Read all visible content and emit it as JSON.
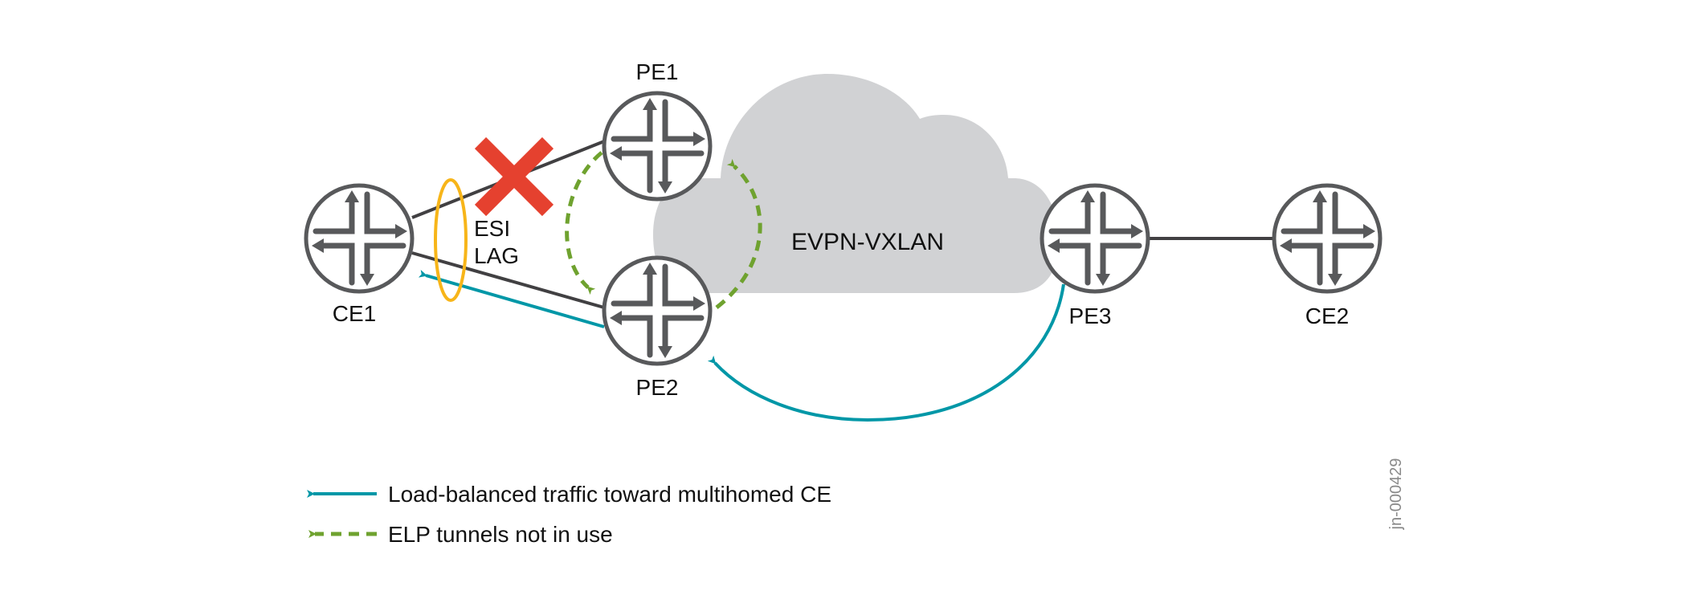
{
  "colors": {
    "router": "#58595B",
    "link": "#414042",
    "cloud": "#D1D2D4",
    "teal": "#0097A7",
    "green": "#6FA22F",
    "esi": "#F7B519",
    "failure": "#E5412F",
    "text": "#111111"
  },
  "nodes": [
    {
      "id": "CE1",
      "label": "CE1",
      "icon": "router-icon"
    },
    {
      "id": "PE1",
      "label": "PE1",
      "icon": "router-icon"
    },
    {
      "id": "PE2",
      "label": "PE2",
      "icon": "router-icon"
    },
    {
      "id": "PE3",
      "label": "PE3",
      "icon": "router-icon"
    },
    {
      "id": "CE2",
      "label": "CE2",
      "icon": "router-icon"
    }
  ],
  "cloud": {
    "label": "EVPN-VXLAN"
  },
  "links": [
    {
      "from": "CE1",
      "to": "PE1",
      "status": "failed"
    },
    {
      "from": "CE1",
      "to": "PE2",
      "status": "up"
    },
    {
      "from": "PE3",
      "to": "CE2",
      "status": "up"
    }
  ],
  "esi_lag": {
    "line1": "ESI",
    "line2": "LAG"
  },
  "failure_mark": {
    "icon": "x-icon",
    "on_link": "CE1-PE1"
  },
  "flows": [
    {
      "type": "load-balanced",
      "path": [
        "PE3",
        "PE2",
        "CE1"
      ]
    },
    {
      "type": "elp-tunnel",
      "path": [
        "PE1",
        "PE2"
      ]
    },
    {
      "type": "elp-tunnel",
      "path": [
        "PE2",
        "PE1"
      ]
    }
  ],
  "legend": [
    {
      "style": "solid-teal-arrow",
      "label": "Load-balanced traffic toward multihomed CE"
    },
    {
      "style": "dashed-green-arrow",
      "label": "ELP tunnels not in use"
    }
  ],
  "watermark": "jn-000429"
}
